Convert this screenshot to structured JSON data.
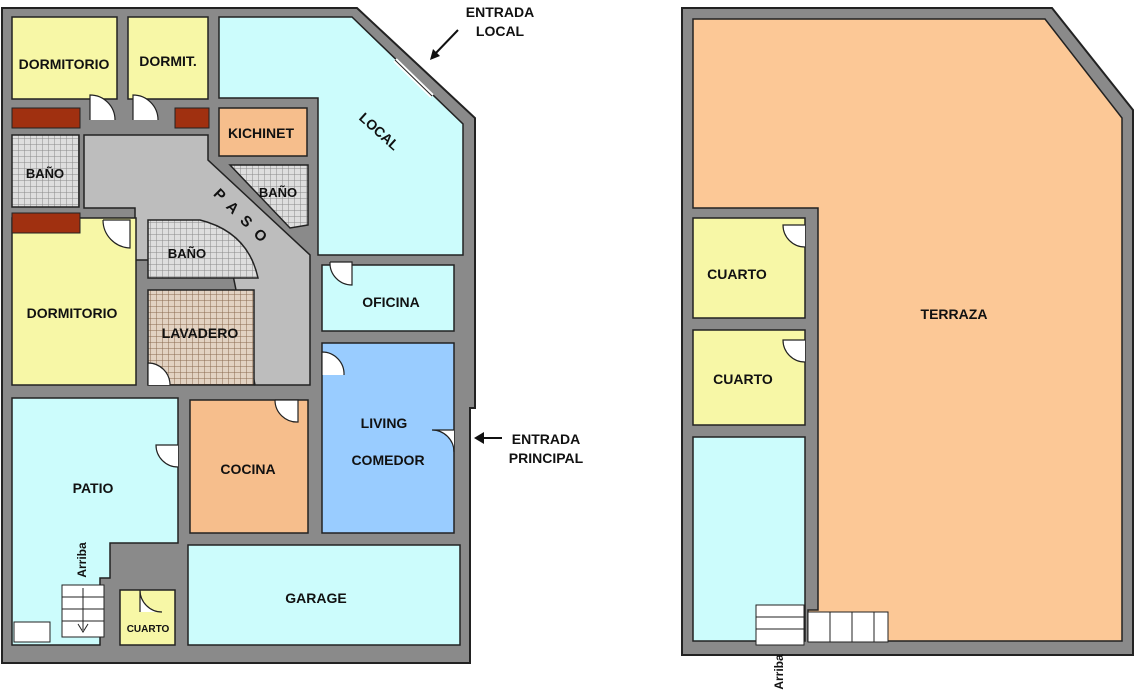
{
  "colors": {
    "wall": "#8a8a8a",
    "bedroom": "#f7f7a6",
    "local": "#ccfcfc",
    "kitchen": "#f6be8c",
    "bath": "#d4d4d4",
    "tile": "#b08a6a",
    "hall": "#bdbdbd",
    "living": "#99ccff",
    "terrace": "#fcc896",
    "closet": "#a03010"
  },
  "ground_floor": {
    "rooms": {
      "dormitorio_top": "DORMITORIO",
      "dormit": "DORMIT.",
      "local": "LOCAL",
      "kichinet": "KICHINET",
      "bano_left": "BAÑO",
      "bano_hall": "BAÑO",
      "paso": "PASO",
      "bano_center": "BAÑO",
      "dormitorio_bottom": "DORMITORIO",
      "lavadero": "LAVADERO",
      "oficina": "OFICINA",
      "living": "LIVING",
      "comedor": "COMEDOR",
      "cocina": "COCINA",
      "patio": "PATIO",
      "garage": "GARAGE",
      "cuarto": "CUARTO"
    },
    "stairs_label": "Arriba"
  },
  "upper_floor": {
    "rooms": {
      "cuarto_1": "CUARTO",
      "cuarto_2": "CUARTO",
      "terraza": "TERRAZA"
    },
    "stairs_label": "Arriba"
  },
  "annotations": {
    "entrada_local_1": "ENTRADA",
    "entrada_local_2": "LOCAL",
    "entrada_principal_1": "ENTRADA",
    "entrada_principal_2": "PRINCIPAL"
  }
}
